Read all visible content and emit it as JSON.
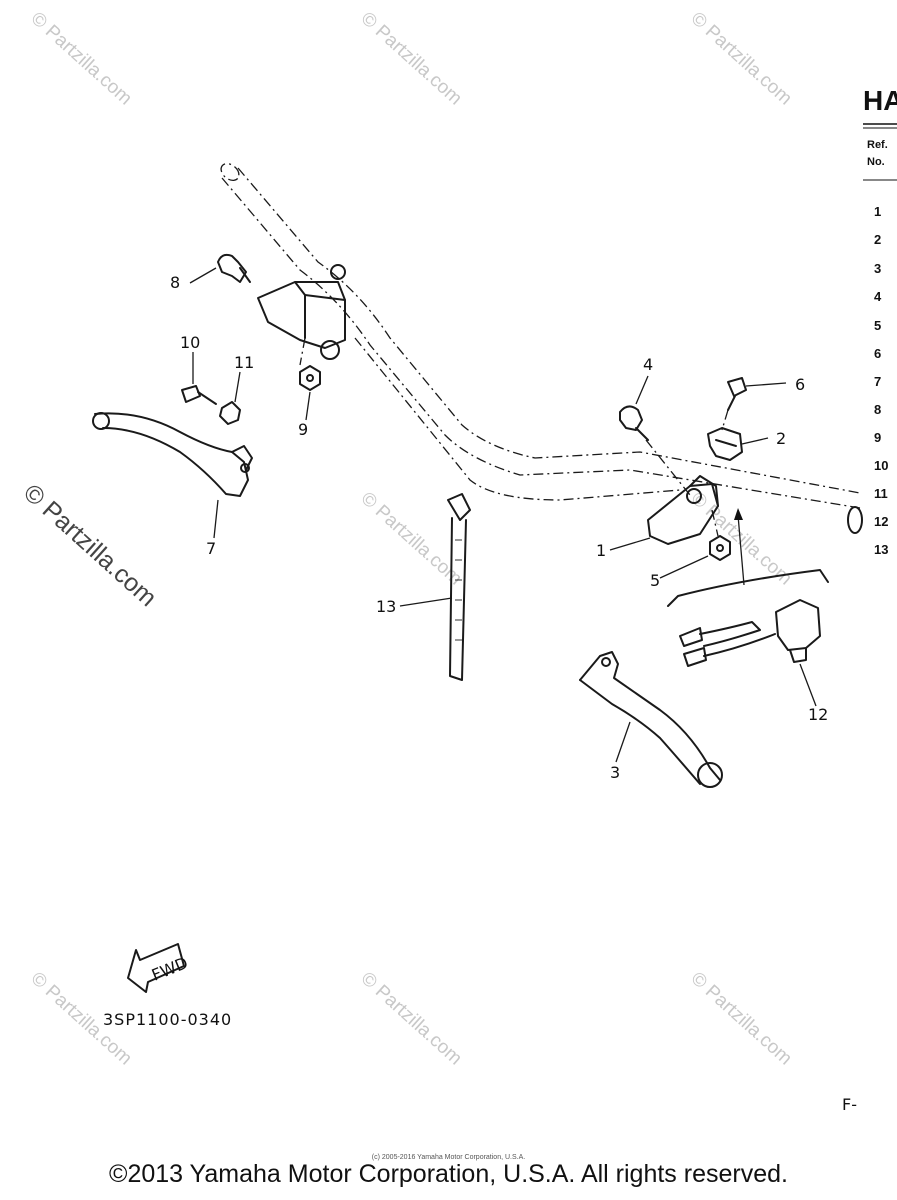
{
  "header": {
    "title_partial": "HA",
    "ref_label": "Ref.",
    "no_label": "No."
  },
  "ref_numbers": [
    "1",
    "2",
    "3",
    "4",
    "5",
    "6",
    "7",
    "8",
    "9",
    "10",
    "11",
    "12",
    "13"
  ],
  "callouts": {
    "c1": "1",
    "c2": "2",
    "c3": "3",
    "c4": "4",
    "c5": "5",
    "c6": "6",
    "c7": "7",
    "c8": "8",
    "c9": "9",
    "c10": "10",
    "c11": "11",
    "c12": "12",
    "c13": "13"
  },
  "fwd_label": "FWD",
  "diagram_code": "3SP1100-0340",
  "corner_mark": "F-",
  "watermark": "© Partzilla.com",
  "small_copyright": "(c) 2005-2016 Yamaha Motor Corporation, U.S.A.",
  "copyright": "©2013 Yamaha Motor Corporation, U.S.A. All rights reserved."
}
